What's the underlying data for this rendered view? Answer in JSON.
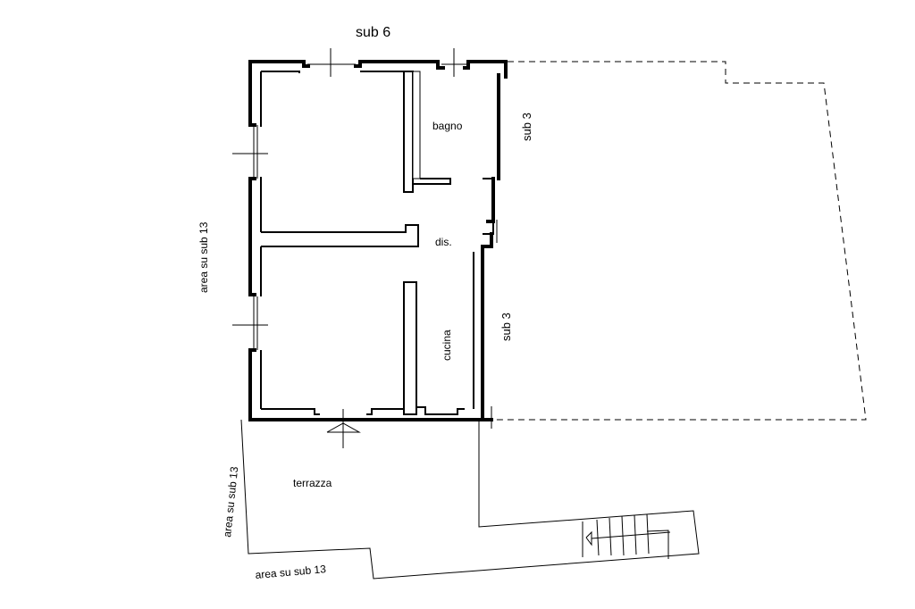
{
  "labels": {
    "sub6": "sub 6",
    "sub3_top": "sub 3",
    "sub3_bottom": "sub 3",
    "area_left": "area su sub 13",
    "area_terrace_left": "area su sub 13",
    "area_terrace_bottom": "area su sub 13",
    "bagno": "bagno",
    "dis": "dis.",
    "cucina": "cucina",
    "terrazza": "terrazza"
  }
}
